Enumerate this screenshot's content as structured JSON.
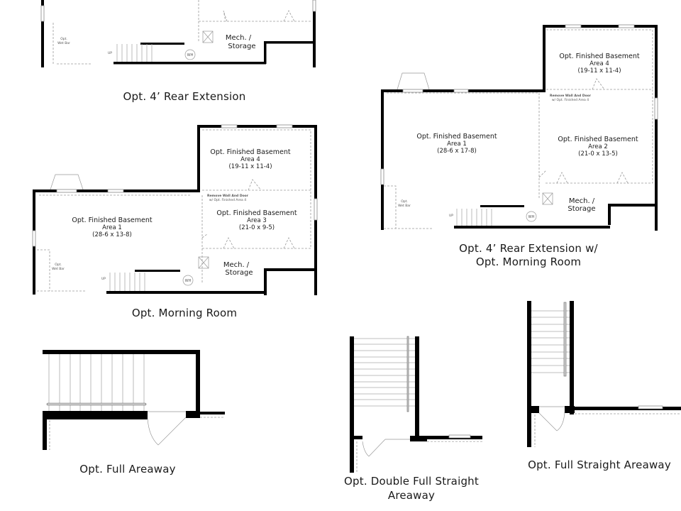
{
  "plans": {
    "rear_extension": {
      "caption": "Opt. 4’ Rear Extension",
      "wet_bar": [
        "Opt.",
        "Wet Bar"
      ],
      "mech": [
        "Mech. /",
        "Storage"
      ],
      "wh": "WH",
      "up": "UP"
    },
    "morning_room": {
      "caption": "Opt. Morning Room",
      "area4": {
        "name": "Opt. Finished Basement",
        "area": "Area 4",
        "dims": "(19-11 x 11-4)"
      },
      "area1": {
        "name": "Opt. Finished Basement",
        "area": "Area 1",
        "dims": "(28-6 x 13-8)"
      },
      "area3": {
        "name": "Opt. Finished Basement",
        "area": "Area 3",
        "dims": "(21-0 x 9-5)"
      },
      "note": [
        "Remove Wall And Door",
        "w/ Opt. Finished Area 4"
      ],
      "wet_bar": [
        "Opt.",
        "Wet Bar"
      ],
      "mech": [
        "Mech. /",
        "Storage"
      ],
      "wh": "WH",
      "up": "UP"
    },
    "rear_ext_morning": {
      "caption": [
        "Opt. 4’ Rear Extension w/",
        "Opt. Morning Room"
      ],
      "area4": {
        "name": "Opt. Finished Basement",
        "area": "Area 4",
        "dims": "(19-11 x 11-4)"
      },
      "area1": {
        "name": "Opt. Finished Basement",
        "area": "Area 1",
        "dims": "(28-6 x 17-8)"
      },
      "area2": {
        "name": "Opt. Finished Basement",
        "area": "Area 2",
        "dims": "(21-0 x 13-5)"
      },
      "note": [
        "Remove Wall And Door",
        "w/ Opt. Finished Area 4"
      ],
      "wet_bar": [
        "Opt.",
        "Wet Bar"
      ],
      "mech": [
        "Mech. /",
        "Storage"
      ],
      "wh": "WH",
      "up": "UP"
    },
    "full_areaway": {
      "caption": "Opt. Full Areaway"
    },
    "double_full_straight": {
      "caption": [
        "Opt. Double Full Straight",
        "Areaway"
      ]
    },
    "full_straight": {
      "caption": "Opt. Full Straight Areaway"
    }
  }
}
